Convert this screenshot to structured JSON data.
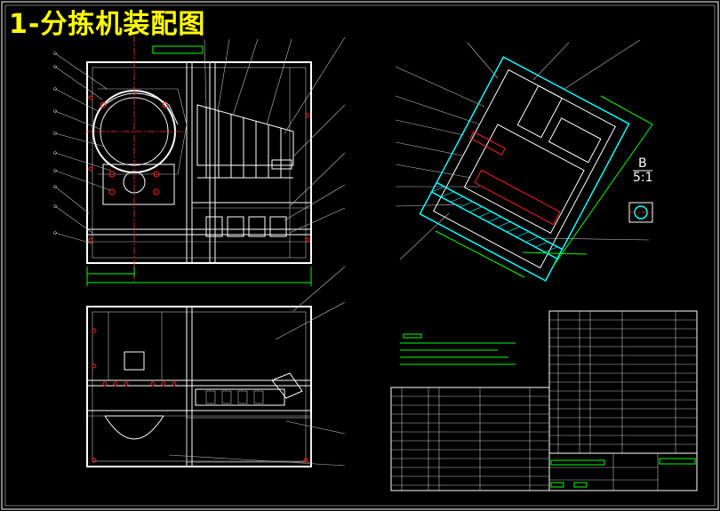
{
  "title": "1-分拣机装配图",
  "side_view_label": "B",
  "side_view_scale": "5:1",
  "colors": {
    "background": "#000000",
    "title": "#ffff00",
    "lines": "#ffffff",
    "dimension": "#00ff00",
    "section": "#00ffff",
    "center_line": "#ff3030"
  }
}
